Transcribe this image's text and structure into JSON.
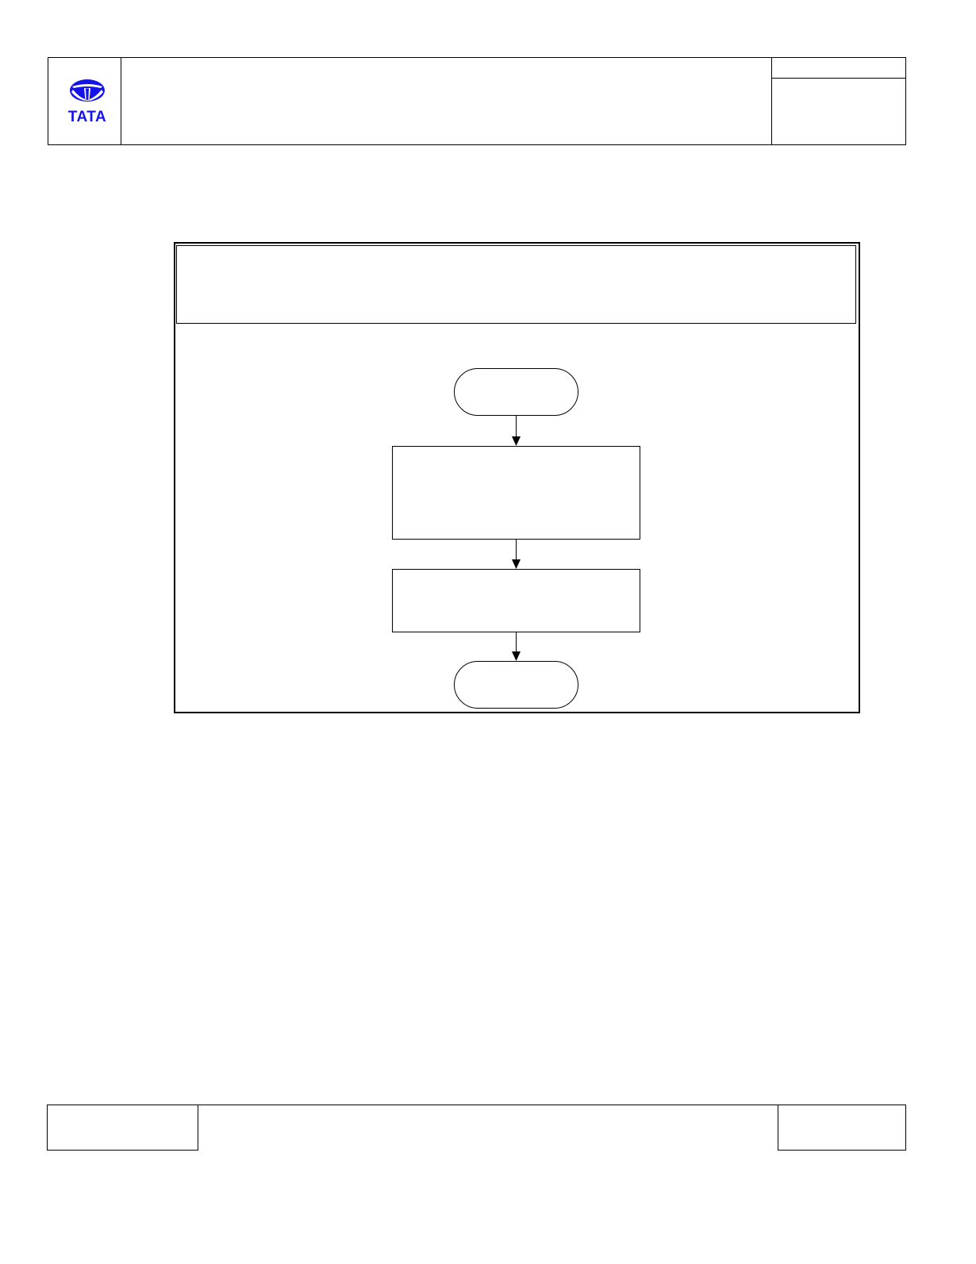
{
  "header": {
    "logo_text": "TATA",
    "logo_color": "#1414e6",
    "title_text": "",
    "right_top_text": "",
    "right_bottom_text": ""
  },
  "flowchart": {
    "title_text": "",
    "nodes": [
      {
        "id": "start",
        "shape": "terminator",
        "label": ""
      },
      {
        "id": "step-1",
        "shape": "process",
        "label": ""
      },
      {
        "id": "step-2",
        "shape": "process",
        "label": ""
      },
      {
        "id": "end",
        "shape": "terminator",
        "label": ""
      }
    ]
  },
  "footer": {
    "left_text": "",
    "middle_text": "",
    "right_text": ""
  }
}
